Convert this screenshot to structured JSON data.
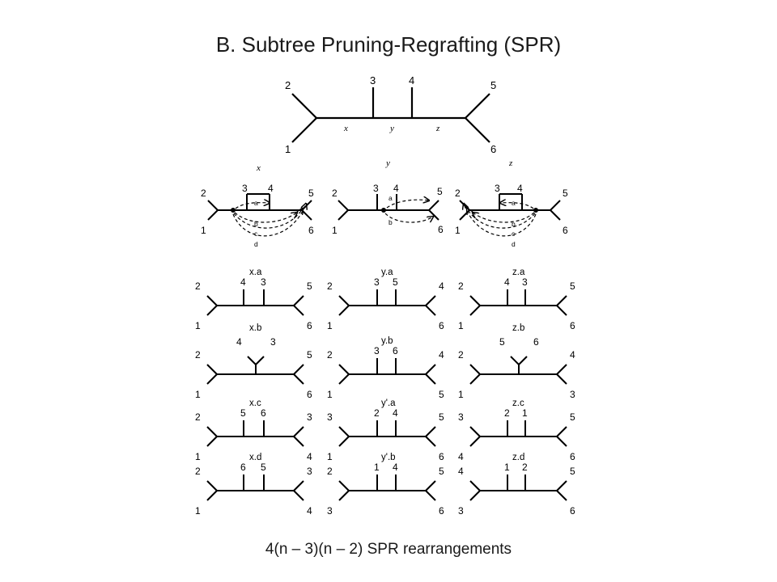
{
  "title": "B. Subtree Pruning-Regrafting (SPR)",
  "footer": "4(n – 3)(n – 2) SPR rearrangements",
  "top_tree": {
    "leaves": [
      "1",
      "2",
      "3",
      "4",
      "5",
      "6"
    ],
    "edges": [
      "x",
      "y",
      "z"
    ]
  },
  "prune_panels": [
    {
      "edge": "x",
      "leaves": [
        "2",
        "1",
        "3",
        "4",
        "5",
        "6"
      ],
      "moves": [
        "a",
        "b",
        "c",
        "d"
      ]
    },
    {
      "edge": "y",
      "leaves": [
        "2",
        "1",
        "3",
        "4",
        "5",
        "6"
      ],
      "moves": [
        "a",
        "b"
      ]
    },
    {
      "edge": "z",
      "leaves": [
        "2",
        "1",
        "3",
        "4",
        "5",
        "6"
      ],
      "moves": [
        "a",
        "b",
        "c",
        "d"
      ]
    }
  ],
  "results": [
    [
      {
        "name": "x.a",
        "ul": "2",
        "ll": "1",
        "t1": "4",
        "t2": "3",
        "ur": "5",
        "lr": "6"
      },
      {
        "name": "x.b",
        "ul": "2",
        "ll": "1",
        "t1": "4",
        "t2": "3",
        "ur": "5",
        "lr": "6"
      },
      {
        "name": "x.c",
        "ul": "2",
        "ll": "1",
        "t1": "5",
        "t2": "6",
        "ur": "3",
        "lr": "4"
      },
      {
        "name": "x.d",
        "ul": "2",
        "ll": "1",
        "t1": "6",
        "t2": "5",
        "ur": "3",
        "lr": "4"
      }
    ],
    [
      {
        "name": "y.a",
        "ul": "2",
        "ll": "1",
        "t1": "3",
        "t2": "5",
        "ur": "4",
        "lr": "6"
      },
      {
        "name": "y.b",
        "ul": "2",
        "ll": "1",
        "t1": "3",
        "t2": "6",
        "ur": "4",
        "lr": "5"
      },
      {
        "name": "y'.a",
        "ul": "3",
        "ll": "1",
        "t1": "2",
        "t2": "4",
        "ur": "5",
        "lr": "6"
      },
      {
        "name": "y'.b",
        "ul": "2",
        "ll": "3",
        "t1": "1",
        "t2": "4",
        "ur": "5",
        "lr": "6"
      }
    ],
    [
      {
        "name": "z.a",
        "ul": "2",
        "ll": "1",
        "t1": "4",
        "t2": "3",
        "ur": "5",
        "lr": "6"
      },
      {
        "name": "z.b",
        "ul": "2",
        "ll": "1",
        "t1": "5",
        "t2": "6",
        "ur": "4",
        "lr": "3"
      },
      {
        "name": "z.c",
        "ul": "3",
        "ll": "4",
        "t1": "2",
        "t2": "1",
        "ur": "5",
        "lr": "6"
      },
      {
        "name": "z.d",
        "ul": "4",
        "ll": "3",
        "t1": "1",
        "t2": "2",
        "ur": "5",
        "lr": "6"
      }
    ]
  ]
}
